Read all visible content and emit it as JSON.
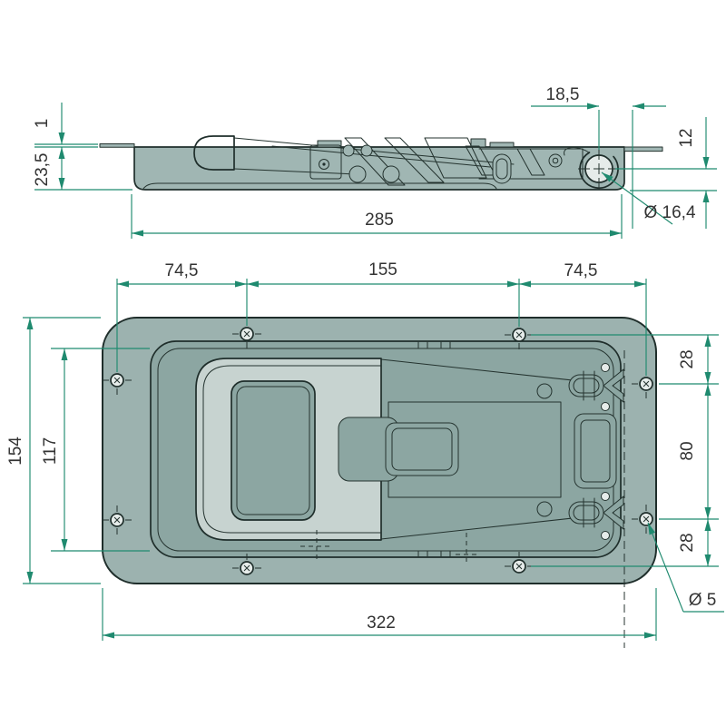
{
  "title": "recessed-latch-technical-drawing",
  "side_view": {
    "label": "side-section-view",
    "dims": {
      "lip_thickness": "1",
      "depth": "23,5",
      "body_length": "285",
      "hole_to_edge": "18,5",
      "hole_to_bottom": "12",
      "hole_diameter": "Ø 16,4"
    }
  },
  "plan_view": {
    "label": "plan-view",
    "dims": {
      "top_left_pitch": "74,5",
      "top_center_pitch": "155",
      "top_right_pitch": "74,5",
      "overall_height": "154",
      "recess_height": "117",
      "right_top_offset": "28",
      "hole_pitch": "80",
      "right_bottom_offset": "28",
      "overall_width": "322",
      "mount_hole_diameter": "Ø 5"
    }
  },
  "colors": {
    "outline": "#1f2e2b",
    "dimension": "#1f8a6f",
    "dimension_text": "#333333",
    "body_fill": "#a0b6b3",
    "flange_fill": "#9cb2af",
    "recess_fill": "#8ca6a2",
    "paddle_fill": "#c7d3d0",
    "hole_fill": "#e6ecea",
    "hatch_fill": "#d2dcd9"
  }
}
